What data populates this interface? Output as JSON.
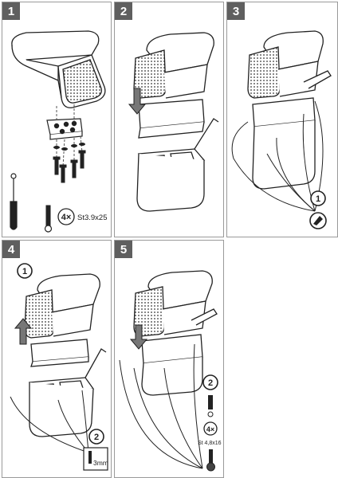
{
  "steps": [
    {
      "number": "1"
    },
    {
      "number": "2"
    },
    {
      "number": "3"
    },
    {
      "number": "4"
    },
    {
      "number": "5"
    }
  ],
  "step1": {
    "qty": "4×",
    "screw_spec": "St3.9x25"
  },
  "step3": {
    "callout": "1"
  },
  "step4": {
    "callout_top": "1",
    "callout_bottom": "2",
    "drill_size": "3mm"
  },
  "step5": {
    "callout": "2",
    "qty": "4×",
    "screw_spec": "St 4,8x16"
  }
}
